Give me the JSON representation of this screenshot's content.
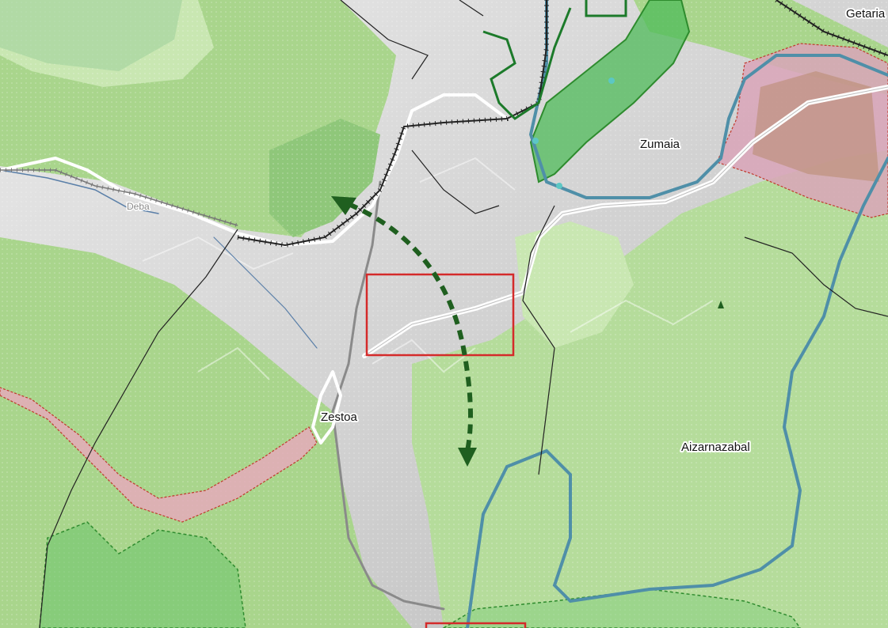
{
  "map": {
    "places": {
      "getaria": "Getaria",
      "zumaia": "Zumaia",
      "deba": "Deba",
      "zestoa": "Zestoa",
      "aizarnazabal": "Aizarnazabal"
    },
    "colors": {
      "forest": "#a9d58c",
      "forest_light": "#c9e7b2",
      "terrain": "#d9d9d9",
      "protected_area": "#6cc56c",
      "protected_outline": "#2e8b2e",
      "pink_corridor": "#e9a7bd",
      "pink_outline": "#c0392b",
      "river": "#4f8fa8",
      "road": "#ffffff",
      "railway": "#222222",
      "admin_boundary": "#222222",
      "arrow": "#1f5f1f",
      "study_area_box": "#d42a2a"
    },
    "icons": {
      "arrow": "double-headed-dashed-arrow",
      "railway": "railway-line",
      "study_area": "red-rectangle-marker"
    }
  }
}
